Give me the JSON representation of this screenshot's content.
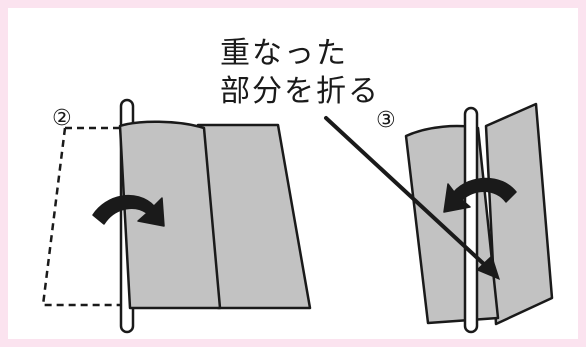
{
  "caption": {
    "line1": "重なった",
    "line2": "部分を折る"
  },
  "steps": {
    "step2": "②",
    "step3": "③"
  },
  "colors": {
    "frame": "#fbe3ef",
    "panel": "#ffffff",
    "paper": "#c2c2c2",
    "ink": "#1a1a1a"
  }
}
